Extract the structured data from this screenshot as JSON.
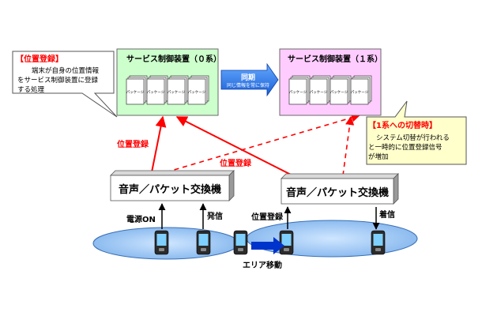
{
  "controllers": [
    {
      "id": "sys0",
      "title": "サービス制御装置（０系）",
      "fill": "#ccffcc"
    },
    {
      "id": "sys1",
      "title": "サービス制御装置（１系）",
      "fill": "#ffccff"
    }
  ],
  "card_label": "パッケージ",
  "sync": {
    "title": "同期",
    "subtitle": "同じ情報を常に保持"
  },
  "note_registration": {
    "title": "【位置登録】",
    "lines": [
      "端末が自身の位置情報",
      "をサービス制御装置に登録",
      "する処理"
    ]
  },
  "note_switch": {
    "title": "【1系への切替時】",
    "lines": [
      "システム切替が行われる",
      "と一時的に位置登録信号",
      "が増加"
    ]
  },
  "switches": [
    {
      "id": "sw-left",
      "label": "音声／パケット交換機"
    },
    {
      "id": "sw-right",
      "label": "音声／パケット交換機"
    }
  ],
  "arrow_labels": {
    "reg_left": "位置登録",
    "reg_middle": "位置登録"
  },
  "phone_labels": {
    "power_on": "電源ON",
    "call": "発信",
    "registration": "位置登録",
    "incoming": "着信"
  },
  "area_move": "エリア移動",
  "colors": {
    "red": "#ff0000",
    "blue": "#0033cc",
    "cloud": "#99ccff",
    "phone": "#333333"
  }
}
